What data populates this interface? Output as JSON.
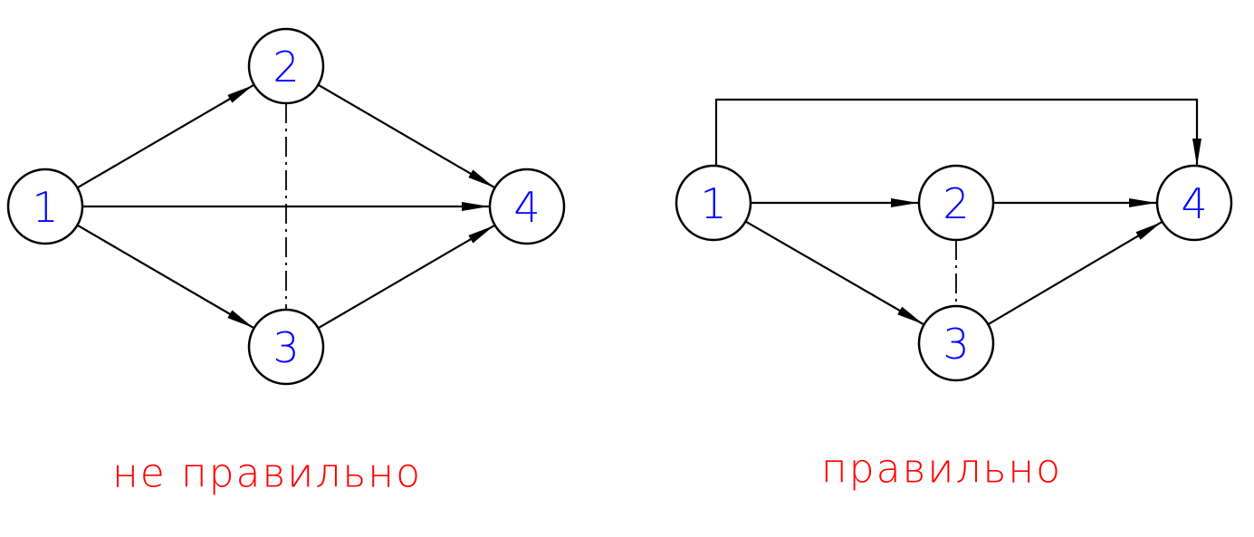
{
  "colors": {
    "node_text": "#0000ff",
    "caption_text": "#ff0000",
    "line": "#000000"
  },
  "diagrams": [
    {
      "caption": "не правильно",
      "nodes": [
        {
          "id": "1",
          "label": "1"
        },
        {
          "id": "2",
          "label": "2"
        },
        {
          "id": "3",
          "label": "3"
        },
        {
          "id": "4",
          "label": "4"
        }
      ],
      "edges": [
        {
          "from": "1",
          "to": "2",
          "style": "solid-arrow"
        },
        {
          "from": "1",
          "to": "4",
          "style": "solid-arrow"
        },
        {
          "from": "1",
          "to": "3",
          "style": "solid-arrow"
        },
        {
          "from": "2",
          "to": "4",
          "style": "solid-arrow"
        },
        {
          "from": "3",
          "to": "4",
          "style": "solid-arrow"
        },
        {
          "from": "2",
          "to": "3",
          "style": "dash-dot"
        }
      ]
    },
    {
      "caption": "правильно",
      "nodes": [
        {
          "id": "1",
          "label": "1"
        },
        {
          "id": "2",
          "label": "2"
        },
        {
          "id": "3",
          "label": "3"
        },
        {
          "id": "4",
          "label": "4"
        }
      ],
      "edges": [
        {
          "from": "1",
          "to": "2",
          "style": "solid-arrow"
        },
        {
          "from": "2",
          "to": "4",
          "style": "solid-arrow"
        },
        {
          "from": "1",
          "to": "3",
          "style": "solid-arrow"
        },
        {
          "from": "3",
          "to": "4",
          "style": "solid-arrow"
        },
        {
          "from": "1",
          "to": "4",
          "style": "solid-arrow",
          "routing": "over-top"
        },
        {
          "from": "2",
          "to": "3",
          "style": "dash-dot"
        }
      ]
    }
  ]
}
